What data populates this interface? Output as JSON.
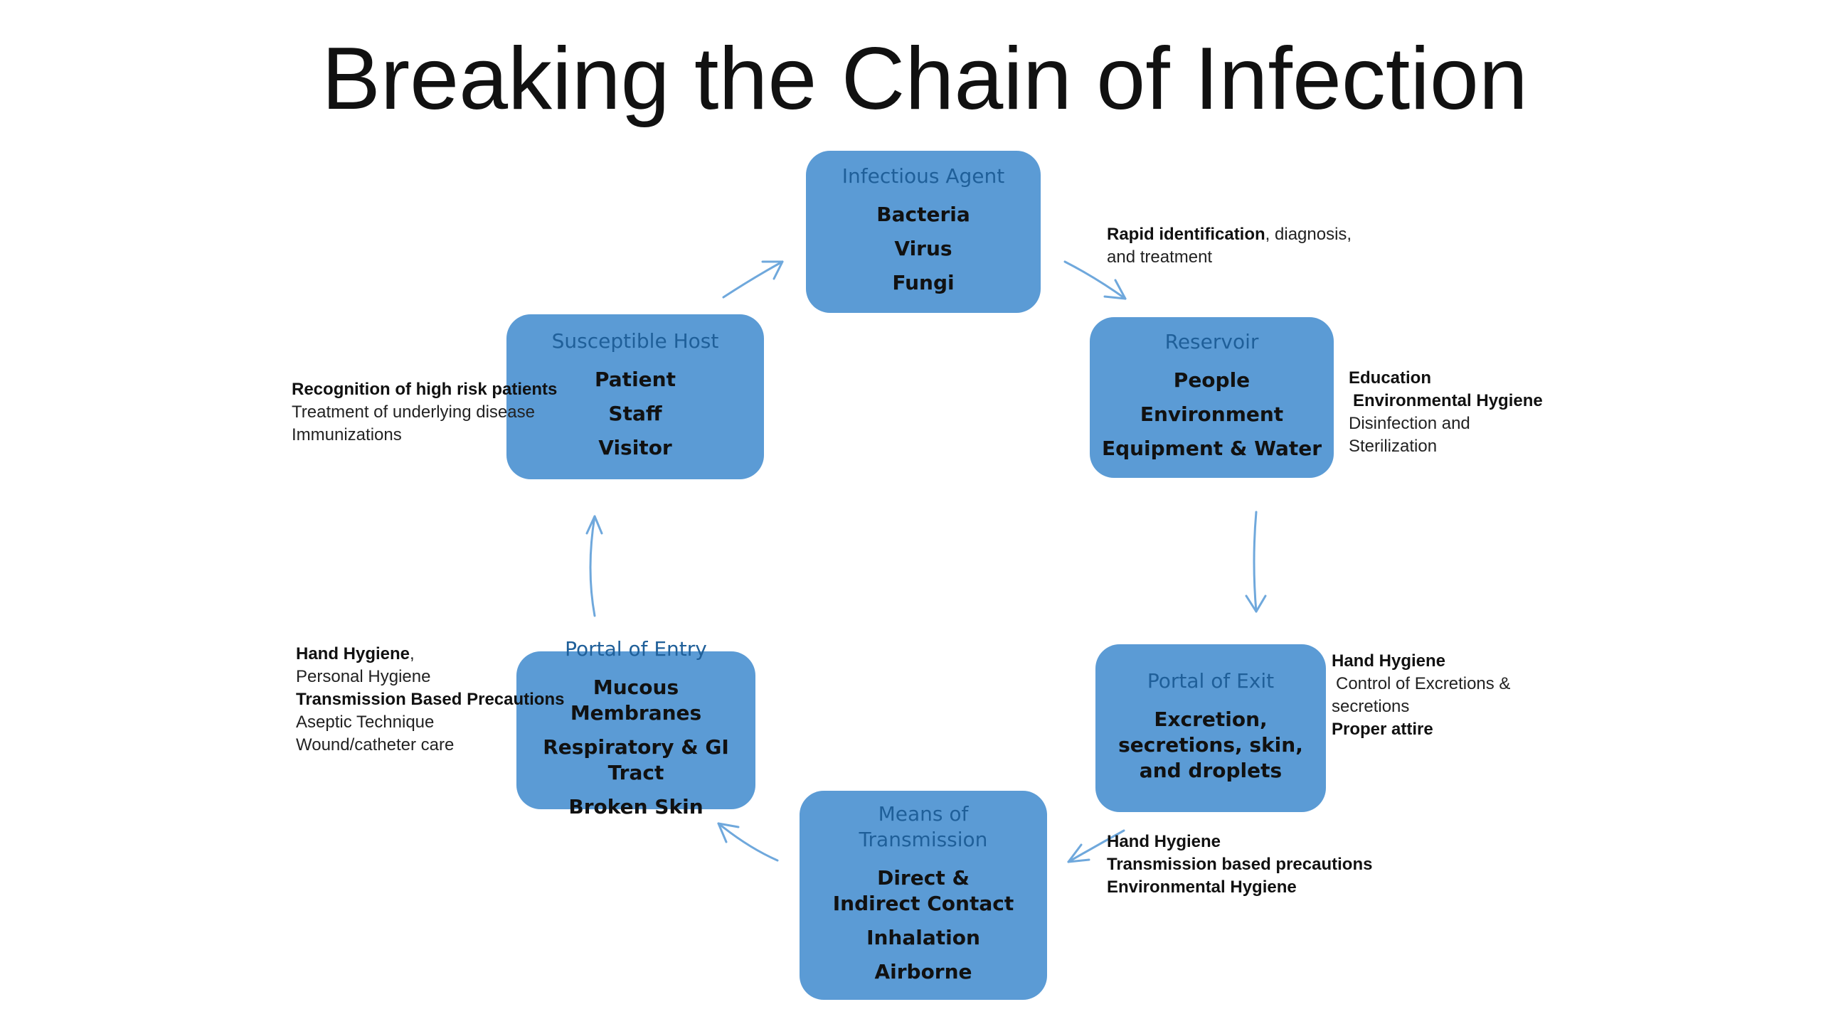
{
  "title": "Breaking the Chain of Infection",
  "colors": {
    "node_fill": "#5b9bd5",
    "node_title": "#1f5f99",
    "arrow": "#6fa8dc"
  },
  "nodes": {
    "infectious_agent": {
      "title": "Infectious Agent",
      "items": [
        "Bacteria",
        "Virus",
        "Fungi"
      ]
    },
    "reservoir": {
      "title": "Reservoir",
      "items": [
        "People",
        "Environment",
        "Equipment & Water"
      ]
    },
    "portal_exit": {
      "title": "Portal of Exit",
      "items": [
        "Excretion, secretions, skin, and droplets"
      ]
    },
    "means_transmission": {
      "title": "Means of Transmission",
      "items": [
        "Direct  & Indirect Contact",
        "Inhalation",
        "Airborne"
      ]
    },
    "portal_entry": {
      "title": "Portal of Entry",
      "items": [
        "Mucous Membranes",
        "Respiratory & GI Tract",
        "Broken Skin"
      ]
    },
    "susceptible_host": {
      "title": "Susceptible Host",
      "items": [
        "Patient",
        "Staff",
        "Visitor"
      ]
    }
  },
  "notes": {
    "agent": {
      "bold": "Rapid identification",
      "line1_rest": ", diagnosis,",
      "line2": "and treatment"
    },
    "reservoir": {
      "l1": "Education",
      "l2": "Environmental Hygiene",
      "l3": "Disinfection and",
      "l4": "Sterilization"
    },
    "exit": {
      "l1": "Hand Hygiene",
      "l2": "Control of Excretions &",
      "l3": "secretions",
      "l4": "Proper attire"
    },
    "transmission": {
      "l1": "Hand Hygiene",
      "l2": "Transmission based precautions",
      "l3": "Environmental Hygiene"
    },
    "entry": {
      "l1_bold": "Hand Hygiene",
      "l1_rest": ",",
      "l2": "Personal Hygiene",
      "l3": "Transmission Based Precautions",
      "l4": "Aseptic Technique",
      "l5": "Wound/catheter care"
    },
    "host": {
      "l1": "Recognition of high risk patients",
      "l2": "Treatment of underlying disease",
      "l3": "Immunizations"
    }
  }
}
